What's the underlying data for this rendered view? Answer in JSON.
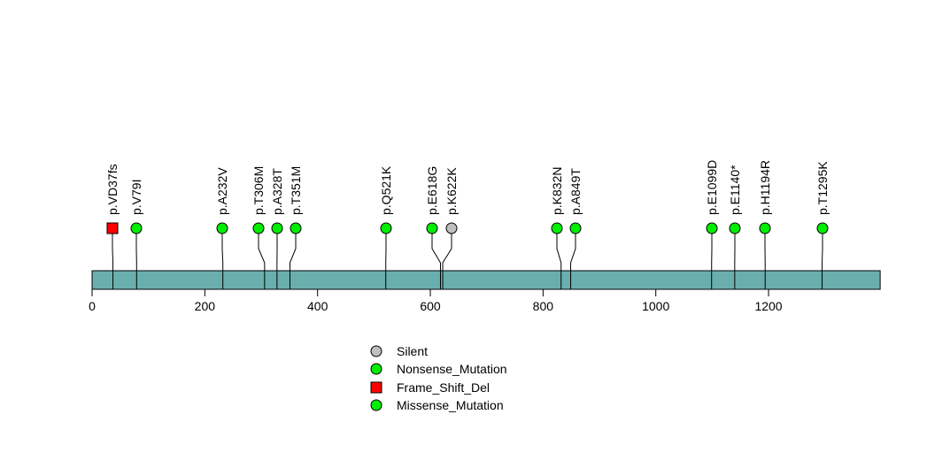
{
  "chart_data": {
    "type": "lollipop",
    "title": "",
    "xlabel": "",
    "protein_length": 1398,
    "xlim": [
      0,
      1398
    ],
    "x_ticks": [
      0,
      200,
      400,
      600,
      800,
      1000,
      1200
    ],
    "x_tick_labels": [
      "0",
      "200",
      "400",
      "600",
      "800",
      "1000",
      "1200"
    ],
    "domain_color": "#6aafae",
    "mutations": [
      {
        "label": "p.VD37fs",
        "position": 37,
        "type": "Frame_Shift_Del"
      },
      {
        "label": "p.V79I",
        "position": 79,
        "type": "Missense_Mutation"
      },
      {
        "label": "p.A232V",
        "position": 232,
        "type": "Missense_Mutation"
      },
      {
        "label": "p.T306M",
        "position": 306,
        "type": "Missense_Mutation"
      },
      {
        "label": "p.A328T",
        "position": 328,
        "type": "Missense_Mutation"
      },
      {
        "label": "p.T351M",
        "position": 351,
        "type": "Missense_Mutation"
      },
      {
        "label": "p.Q521K",
        "position": 521,
        "type": "Missense_Mutation"
      },
      {
        "label": "p.E618G",
        "position": 618,
        "type": "Missense_Mutation"
      },
      {
        "label": "p.K622K",
        "position": 622,
        "type": "Silent"
      },
      {
        "label": "p.K832N",
        "position": 832,
        "type": "Missense_Mutation"
      },
      {
        "label": "p.A849T",
        "position": 849,
        "type": "Missense_Mutation"
      },
      {
        "label": "p.E1099D",
        "position": 1099,
        "type": "Missense_Mutation"
      },
      {
        "label": "p.E1140*",
        "position": 1140,
        "type": "Nonsense_Mutation"
      },
      {
        "label": "p.H1194R",
        "position": 1194,
        "type": "Missense_Mutation"
      },
      {
        "label": "p.T1295K",
        "position": 1295,
        "type": "Missense_Mutation"
      }
    ],
    "legend": {
      "placement": "bottom-center",
      "entries": [
        {
          "label": "Silent",
          "shape": "circle",
          "color": "#bebebe"
        },
        {
          "label": "Nonsense_Mutation",
          "shape": "circle",
          "color": "#00ee00"
        },
        {
          "label": "Frame_Shift_Del",
          "shape": "square",
          "color": "#ff0000"
        },
        {
          "label": "Missense_Mutation",
          "shape": "circle",
          "color": "#00ee00"
        }
      ]
    },
    "type_colors": {
      "Silent": "#bebebe",
      "Nonsense_Mutation": "#00ee00",
      "Frame_Shift_Del": "#ff0000",
      "Missense_Mutation": "#00ee00"
    }
  }
}
